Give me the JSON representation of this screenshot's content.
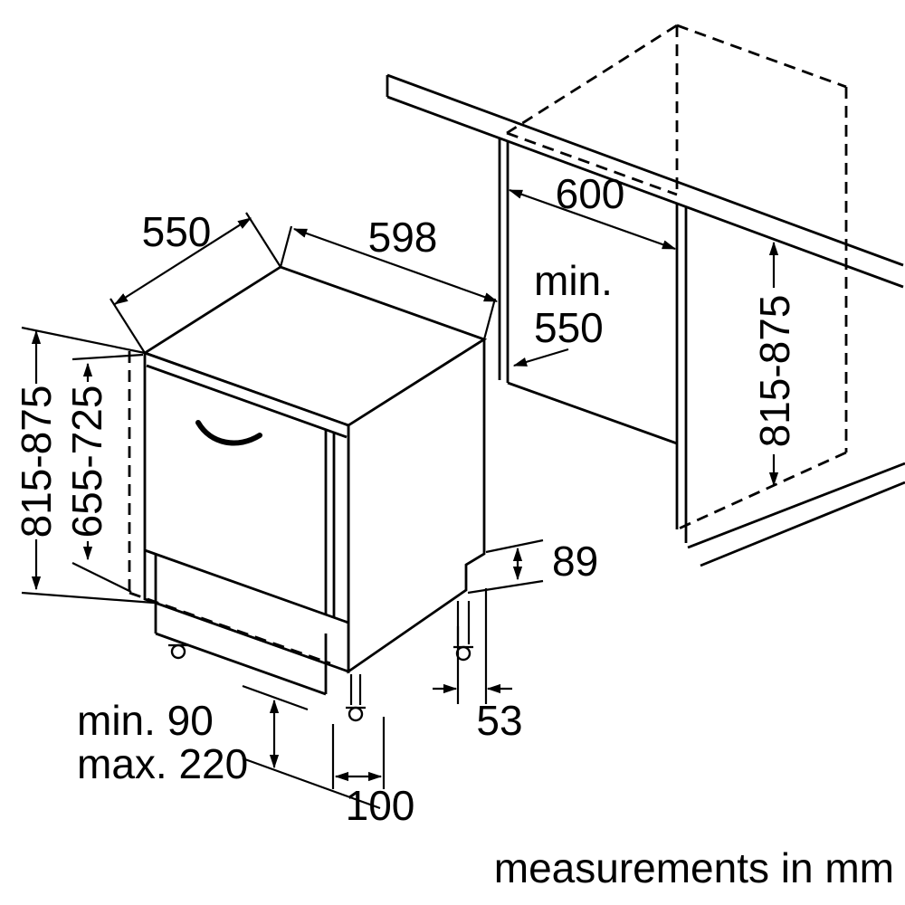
{
  "diagram": {
    "caption": "measurements in mm",
    "dimensions": {
      "top_depth": "550",
      "top_width": "598",
      "niche_width": "600",
      "niche_depth_prefix": "min.",
      "niche_depth_value": "550",
      "appliance_height": "815-875",
      "door_height": "655-725",
      "niche_height": "815-875",
      "rear_step_height": "89",
      "rear_foot_offset": "53",
      "plinth_min": "min. 90",
      "plinth_max": "max. 220",
      "front_foot_offset": "100"
    }
  }
}
